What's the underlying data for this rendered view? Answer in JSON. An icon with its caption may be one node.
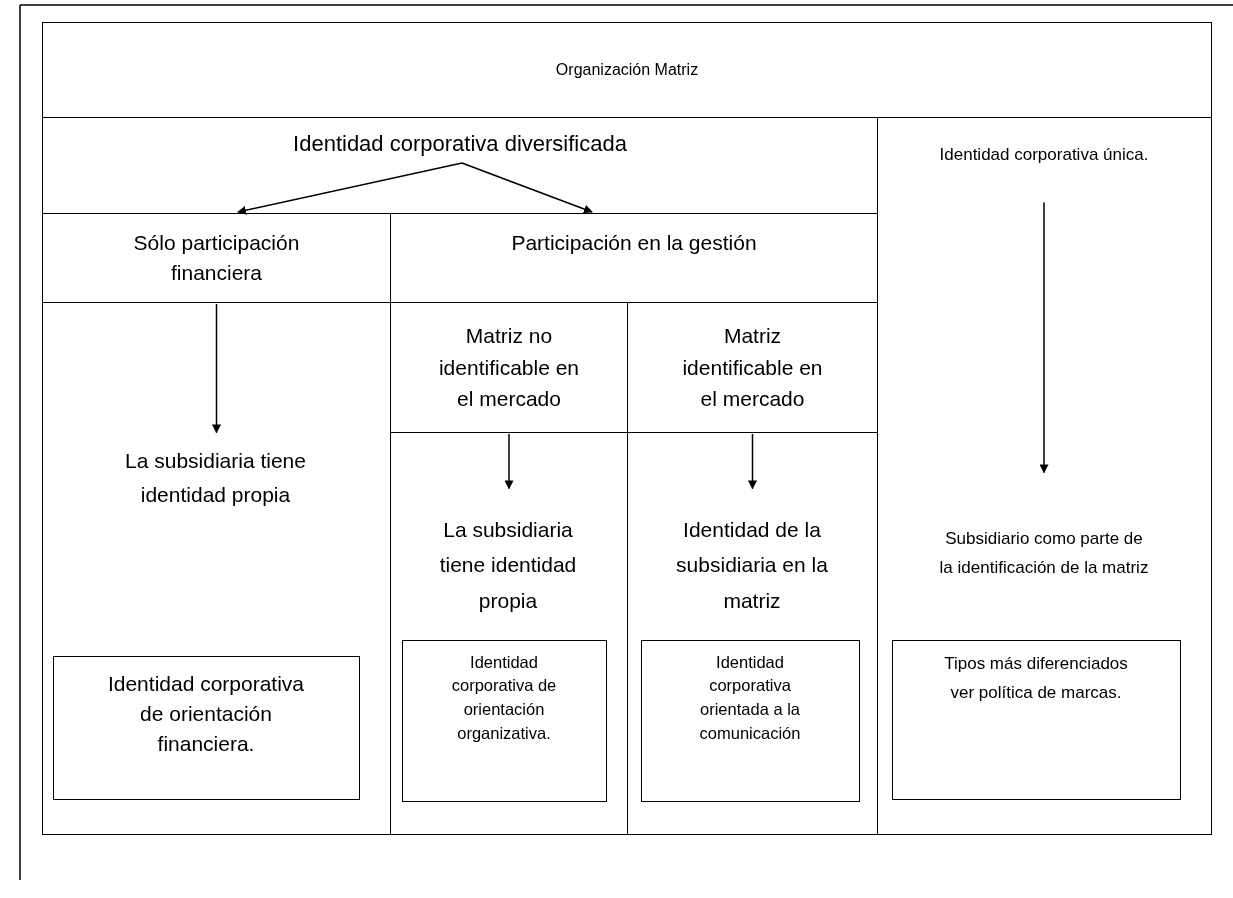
{
  "diagram": {
    "nodes": [
      {
        "text": [
          "Organización Matriz"
        ]
      },
      {
        "text": [
          "Identidad corporativa diversificada"
        ]
      },
      {
        "text": [],
        "shape": "box"
      },
      {
        "text": [
          "Identidad corporativa única."
        ],
        "in": 2
      },
      {
        "text": [
          "Subsidiario como parte de la identificación de la matriz"
        ],
        "in": 2
      },
      {
        "text": [
          "Tipos más diferenciados ver política de marcas."
        ],
        "in": 2
      },
      {
        "text": [
          "Sólo participación financiera"
        ]
      },
      {
        "text": [
          "Participación en la gestión"
        ]
      },
      {
        "text": [],
        "shape": "box"
      },
      {
        "text": [
          "La subsidiaria tiene identidad propia"
        ],
        "in": 8
      },
      {
        "text": [
          "Identidad corporativa de orientación financiera."
        ],
        "in": 8
      },
      {
        "text": [
          "Matriz no identificable en el mercado"
        ]
      },
      {
        "text": [
          "Matriz identificable en el mercado"
        ]
      },
      {
        "text": [],
        "shape": "box"
      },
      {
        "text": [
          "La subsidiaria tiene identidad propia"
        ],
        "in": 13
      },
      {
        "text": [
          "Identidad corporativa de orientación organizativa."
        ],
        "in": 13
      },
      {
        "text": [],
        "shape": "box"
      },
      {
        "text": [
          "Identidad de la subsidiaria en la matriz"
        ],
        "in": 16
      },
      {
        "text": [
          "Identidad corporativa orientada a la comunicación"
        ],
        "in": 16
      }
    ],
    "edges": [
      {
        "from": 1,
        "to": 6,
        "arrow": "to"
      },
      {
        "from": 1,
        "to": 7,
        "arrow": "to"
      },
      {
        "from": 3,
        "to": 4,
        "arrow": "to"
      },
      {
        "from": 6,
        "to": 9,
        "arrow": "to"
      },
      {
        "from": 11,
        "to": 14,
        "arrow": "to"
      },
      {
        "from": 12,
        "to": 17,
        "arrow": "to"
      }
    ]
  }
}
